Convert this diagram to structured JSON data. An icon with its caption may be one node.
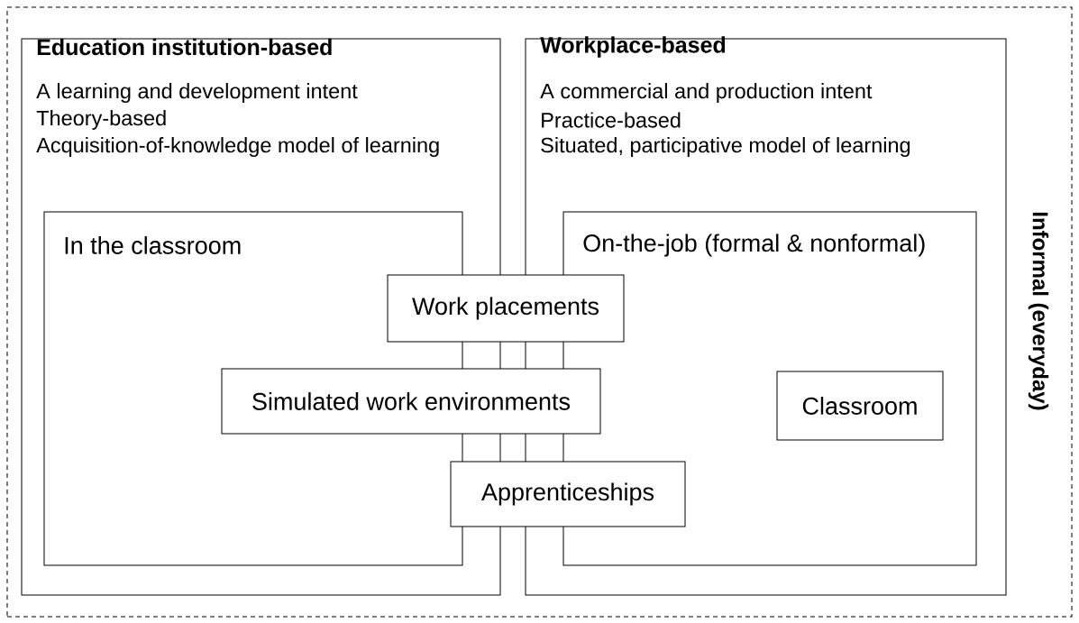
{
  "diagram": {
    "nodes": [
      {
        "text": [
          "Informal (everyday)"
        ]
      },
      {
        "text": [
          "Education institution-based",
          "A learning and development intent",
          "Theory-based",
          "Acquisition-of-knowledge model of learning"
        ],
        "in": 0
      },
      {
        "text": [
          "In the classroom"
        ],
        "in": 1
      },
      {
        "text": [
          "Workplace-based",
          "A commercial and production intent",
          "Practice-based",
          "Situated, participative model of learning"
        ],
        "in": 0
      },
      {
        "text": [
          "On-the-job (formal & nonformal)"
        ],
        "in": 3
      },
      {
        "text": [
          "Classroom"
        ],
        "in": 4
      },
      {
        "text": [
          "Work placements"
        ],
        "in": 0
      },
      {
        "text": [
          "Simulated work environments"
        ],
        "in": 0
      },
      {
        "text": [
          "Apprenticeships"
        ],
        "in": 0
      }
    ],
    "edges": []
  }
}
